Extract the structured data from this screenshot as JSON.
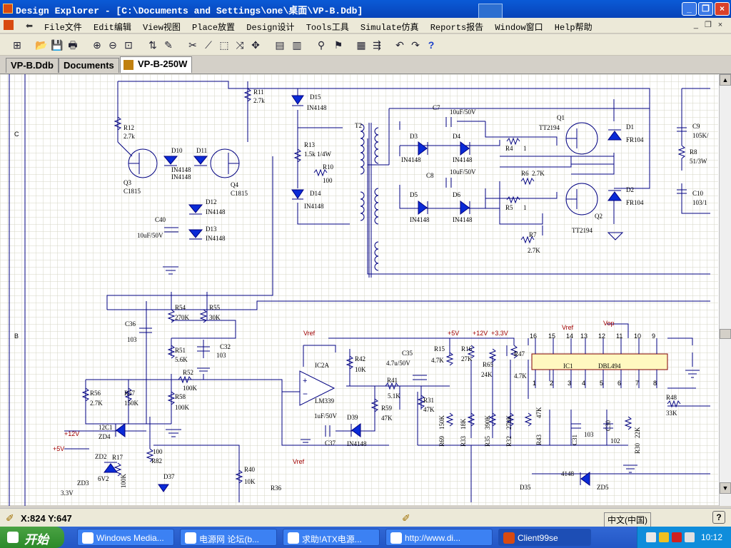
{
  "window": {
    "title": "Design Explorer - [C:\\Documents and Settings\\one\\桌面\\VP-B.Ddb]",
    "controls": [
      "_",
      "❐",
      "×"
    ]
  },
  "menu": {
    "items": [
      "File文件",
      "Edit编辑",
      "View视图",
      "Place放置",
      "Design设计",
      "Tools工具",
      "Simulate仿真",
      "Reports报告",
      "Window窗口",
      "Help帮助"
    ],
    "mdi_controls": [
      "_",
      "❐",
      "×"
    ]
  },
  "tabs": [
    "VP-B.Ddb",
    "Documents",
    "VP-B-250W"
  ],
  "schematic": {
    "zone_labels": [
      "C",
      "B"
    ],
    "net_labels": [
      "+12V",
      "+5V",
      "+5V",
      "+12V",
      "+3.3V",
      "Vref",
      "Vref",
      "Vref",
      "Vop"
    ],
    "parts": {
      "R11": "R11",
      "R11v": "2.7k",
      "D15": "D15",
      "D15v": "IN4148",
      "R12": "R12",
      "R12v": "2.7k",
      "D10": "D10",
      "D10v": "IN4148",
      "D11": "D11",
      "D11v": "IN4148",
      "Q3": "Q3",
      "Q3v": "C1815",
      "Q4": "Q4",
      "Q4v": "C1815",
      "D12": "D12",
      "D12v": "IN4148",
      "D13": "D13",
      "D13v": "IN4148",
      "C40": "C40",
      "C40v": "10uF/50V",
      "R13": "R13",
      "R13v": "1.5k 1/4W",
      "R10": "R10",
      "R10v": "100",
      "D14": "D14",
      "D14v": "IN4148",
      "T2": "T2",
      "C7": "C7",
      "C7v": "10uF/50V",
      "D3": "D3",
      "D3v": "IN4148",
      "D4": "D4",
      "D4v": "IN4148",
      "R4": "R4",
      "R4v": "1",
      "TT2194a": "TT2194",
      "Q1": "Q1",
      "D1": "D1",
      "D1v": "FR104",
      "C8": "C8",
      "C8v": "10uF/50V",
      "R6": "R6",
      "R6v": "2.7K",
      "D5": "D5",
      "D5v": "IN4148",
      "D6": "D6",
      "D6v": "IN4148",
      "R5": "R5",
      "R5v": "1",
      "D2": "D2",
      "D2v": "FR104",
      "Q2": "Q2",
      "R7": "R7",
      "R7v": "2.7K",
      "TT2194b": "TT2194",
      "C9": "C9",
      "C9v": "105K/",
      "R8": "R8",
      "R8v": "51/3W",
      "C10": "C10",
      "C10v": "103/1",
      "R54": "R54",
      "R54v": "270K",
      "R55": "R55",
      "R55v": "30K",
      "C36": "C36",
      "C36v": "103",
      "C32": "C32",
      "C32v": "103",
      "R51": "R51",
      "R51v": "5.6K",
      "R52": "R52",
      "R52v": "100K",
      "R56": "R56",
      "R56v": "2.7K",
      "R57": "R57",
      "R57v": "150K",
      "R58": "R58",
      "R58v": "100K",
      "IC2A": "IC2A",
      "IC2Av": "LM339",
      "R42": "R42",
      "R42v": "10K",
      "C35": "C35",
      "C35v": "4.7u/50V",
      "R41": "R41",
      "R41v": "5.1K",
      "R59": "R59",
      "R59v": "47K",
      "R31": "R31",
      "R31v": "47K",
      "D39": "D39",
      "D39v": "IN4148",
      "C37": "C37",
      "C37v": "1uF/50V",
      "R15": "R15",
      "R15v": "4.7K",
      "R16": "R16",
      "R16v": "27K",
      "R65": "R65",
      "R65v": "24K",
      "R47": "R47",
      "R47v": "4.7K",
      "IC1": "IC1",
      "IC1v": "DBL494",
      "R69": "R69",
      "R69v": "150K",
      "R33": "R33",
      "R33v": "18K",
      "R35": "R35",
      "R35v": "390K",
      "R32": "R32",
      "R32v": "270K",
      "R43": "R43",
      "R43v": "47K",
      "C31": "C31",
      "C31v": "103",
      "C30": "C30",
      "C30v": "102",
      "R30": "R30",
      "R30v": "22K",
      "R48": "R48",
      "R48v": "33K",
      "ZD4": "ZD4",
      "ZD4v": "12C1",
      "ZD2": "ZD2",
      "ZD2v": "6V2",
      "R17": "R17",
      "R17v": "100K",
      "R82": "R82",
      "R82v": "100",
      "D37": "D37",
      "ZD3": "ZD3",
      "R40": "R40",
      "R40v": "10K",
      "R36": "R36",
      "D35": "D35",
      "ZD5": "ZD5",
      "ZD5v": "4148",
      "v33": "3.3V"
    }
  },
  "status": {
    "coordinates": "X:824 Y:647",
    "ime": "中文(中国)"
  },
  "taskbar": {
    "start": "开始",
    "tasks": [
      "Windows Media...",
      "电源网 论坛(b...",
      "求助!ATX电源...",
      "http://www.di...",
      "Client99se"
    ],
    "time": "10:12"
  },
  "colors": {
    "wire": "#000080",
    "grid": "#d6d6c4",
    "label_red": "#a00000",
    "ic_fill": "#fff8c0"
  }
}
